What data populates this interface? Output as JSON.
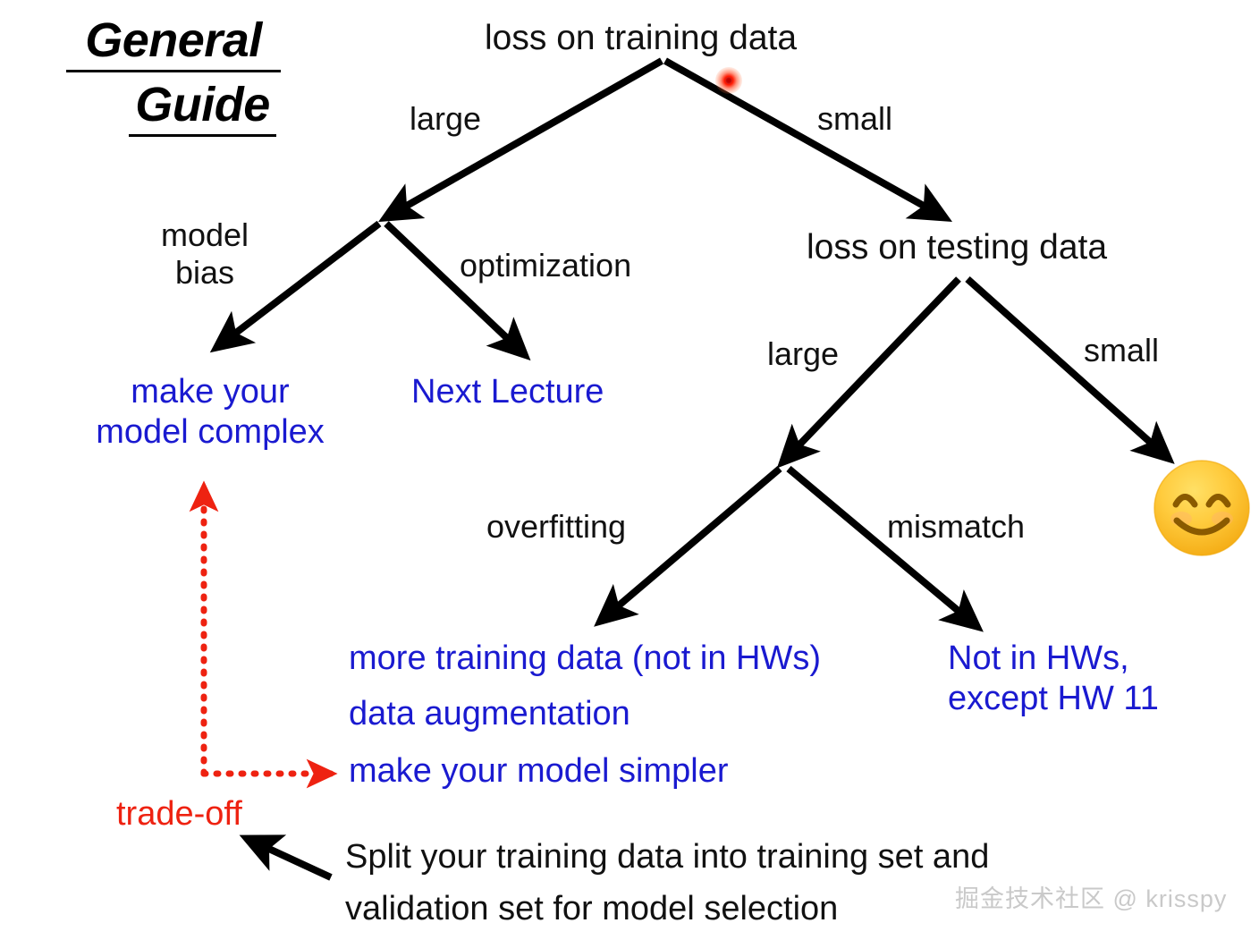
{
  "title": {
    "line1": "General",
    "line2": "Guide"
  },
  "colors": {
    "text": "#111111",
    "leaf_blue": "#1a1ad0",
    "accent_red": "#ee2211",
    "edge_black": "#000000",
    "laser_red": "#ff0000",
    "emoji_yellow": "#ffc93c",
    "watermark_gray": "#c9c9c9"
  },
  "tree": {
    "root": "loss on training data",
    "root_branch_large": "large",
    "root_branch_small": "small",
    "model_bias": "model\nbias",
    "optimization": "optimization",
    "leaf_make_complex": "make your\nmodel complex",
    "leaf_next_lecture": "Next Lecture",
    "testing_node": "loss on testing data",
    "testing_branch_large": "large",
    "testing_branch_small": "small",
    "overfitting": "overfitting",
    "mismatch": "mismatch",
    "leaf_overfitting_1": "more training data (not in HWs)",
    "leaf_overfitting_2": "data augmentation",
    "leaf_overfitting_3": "make your model simpler",
    "leaf_mismatch": "Not in HWs,\nexcept HW 11",
    "leaf_happy_emoji": "smiling-face-emoji"
  },
  "annotations": {
    "trade_off": "trade-off",
    "split_note_line1": "Split your training data into training set and",
    "split_note_line2": "validation set for model selection"
  },
  "watermark": {
    "text": "掘金技术社区 @ krisspy"
  },
  "icons": {
    "laser_pointer": "laser-pointer-dot"
  }
}
